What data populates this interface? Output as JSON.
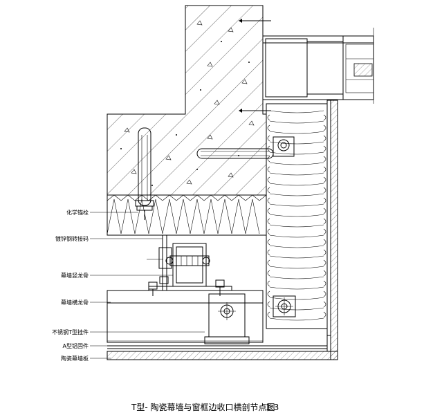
{
  "labels": [
    {
      "text": "化学锚栓"
    },
    {
      "text": "镀锌钢转接码"
    },
    {
      "text": "幕墙竖龙骨"
    },
    {
      "text": "幕墙横龙骨"
    },
    {
      "text": "不锈钢T型挂件"
    },
    {
      "text": "A型铝固件"
    },
    {
      "text": "陶瓷幕墙板"
    }
  ],
  "caption": "T型- 陶瓷幕墙与窗框边收口横剖节点图",
  "scale": "1:3"
}
